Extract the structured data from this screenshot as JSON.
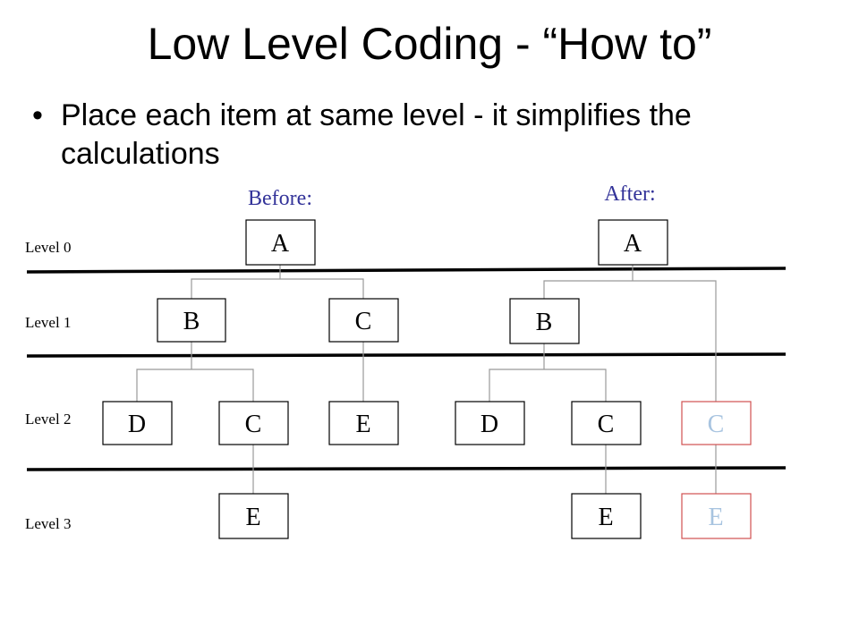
{
  "title": "Low Level Coding - “How to”",
  "bullets": [
    "Place each item at same level - it simplifies the calculations"
  ],
  "colors": {
    "heading_blue": "#333399",
    "highlight_red": "#d05050",
    "highlight_text": "#a8c4e0",
    "line": "#000000"
  },
  "diagram": {
    "before_label": "Before:",
    "after_label": "After:",
    "levels": [
      "Level 0",
      "Level 1",
      "Level 2",
      "Level 3"
    ],
    "before_tree": {
      "level0": [
        "A"
      ],
      "level1": [
        "B",
        "C"
      ],
      "level2": [
        "D",
        "C",
        "E"
      ],
      "level3": [
        "E"
      ]
    },
    "after_tree": {
      "level0": [
        "A"
      ],
      "level1": [
        "B"
      ],
      "level2": [
        "D",
        "C",
        "C"
      ],
      "level3": [
        "E",
        "E"
      ]
    }
  }
}
